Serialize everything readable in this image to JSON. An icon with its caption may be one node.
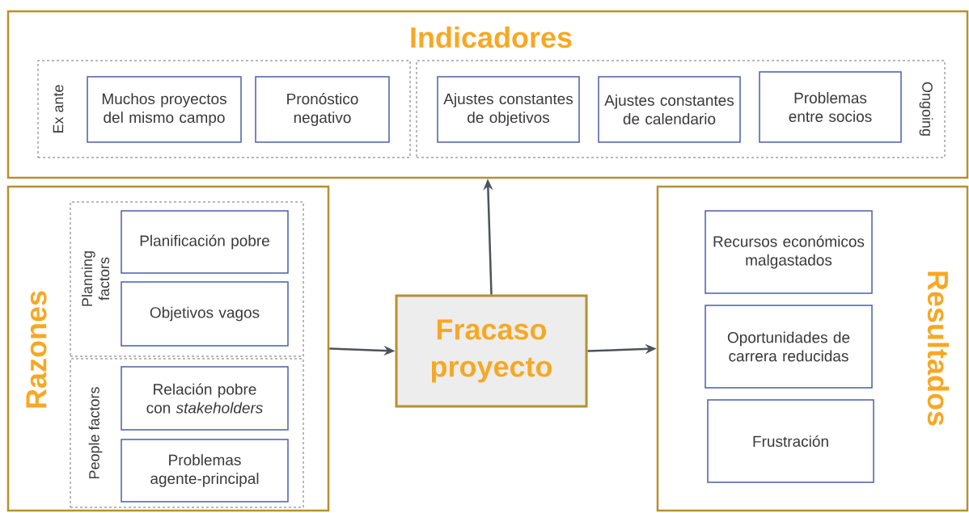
{
  "diagram": {
    "nodes": [
      {
        "text": [
          "Indicadores"
        ]
      },
      {
        "text": [
          "Ex ante"
        ],
        "in": 0
      },
      {
        "text": [
          "Muchos proyectos del mismo campo"
        ],
        "in": 1
      },
      {
        "text": [
          "Pronóstico negativo"
        ],
        "in": 1
      },
      {
        "text": [
          "Ongoing"
        ],
        "in": 0
      },
      {
        "text": [
          "Ajustes constantes de objetivos"
        ],
        "in": 4
      },
      {
        "text": [
          "Ajustes constantes de calendario"
        ],
        "in": 4
      },
      {
        "text": [
          "Problemas entre socios"
        ],
        "in": 4
      },
      {
        "text": [
          "Razones"
        ]
      },
      {
        "text": [
          "Planning factors"
        ],
        "in": 8
      },
      {
        "text": [
          "Planificación pobre"
        ],
        "in": 9
      },
      {
        "text": [
          "Objetivos vagos"
        ],
        "in": 9
      },
      {
        "text": [
          "People factors"
        ],
        "in": 8
      },
      {
        "text": [
          "Relación pobre con *stakeholders*"
        ],
        "in": 12
      },
      {
        "text": [
          "Problemas agente-principal"
        ],
        "in": 12
      },
      {
        "text": [
          "Fracaso proyecto"
        ]
      },
      {
        "text": [
          "Resultados"
        ]
      },
      {
        "text": [
          "Recursos económicos malgastados"
        ],
        "in": 16
      },
      {
        "text": [
          "Oportunidades de carrera reducidas"
        ],
        "in": 16
      },
      {
        "text": [
          "Frustración"
        ],
        "in": 16
      }
    ],
    "edges": [
      {
        "from": 8,
        "to": 15,
        "arrow": "to"
      },
      {
        "from": 15,
        "to": 0,
        "arrow": "to"
      },
      {
        "from": 15,
        "to": 16,
        "arrow": "to"
      }
    ]
  }
}
